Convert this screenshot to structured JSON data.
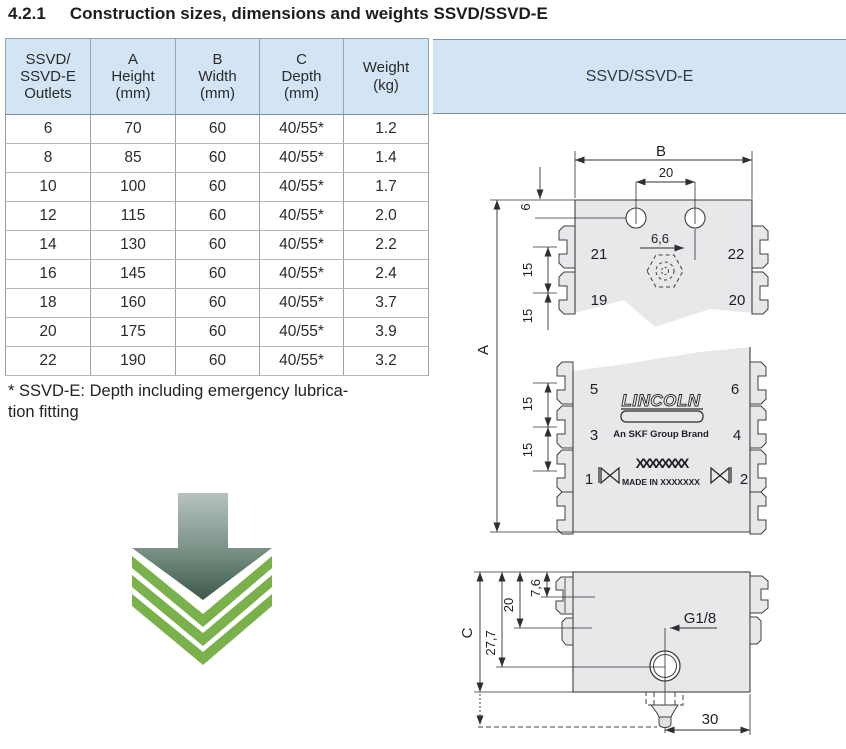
{
  "page": {
    "title_number": "4.2.1",
    "title_text": "Construction sizes, dimensions and weights SSVD/SSVD-E"
  },
  "table": {
    "headers": [
      "SSVD/\nSSVD-E\nOutlets",
      "A\nHeight\n(mm)",
      "B\nWidth\n(mm)",
      "C\nDepth\n(mm)",
      "Weight\n(kg)"
    ],
    "rows": [
      [
        "6",
        "70",
        "60",
        "40/55*",
        "1.2"
      ],
      [
        "8",
        "85",
        "60",
        "40/55*",
        "1.4"
      ],
      [
        "10",
        "100",
        "60",
        "40/55*",
        "1.7"
      ],
      [
        "12",
        "115",
        "60",
        "40/55*",
        "2.0"
      ],
      [
        "14",
        "130",
        "60",
        "40/55*",
        "2.2"
      ],
      [
        "16",
        "145",
        "60",
        "40/55*",
        "2.4"
      ],
      [
        "18",
        "160",
        "60",
        "40/55*",
        "3.7"
      ],
      [
        "20",
        "175",
        "60",
        "40/55*",
        "3.9"
      ],
      [
        "22",
        "190",
        "60",
        "40/55*",
        "3.2"
      ]
    ]
  },
  "footnote": "* SSVD-E: Depth including emergency lubrica-\ntion fitting",
  "diagram": {
    "panel_title": "SSVD/SSVD-E",
    "labels": {
      "dim_b": "B",
      "dim_hole_spacing": "20",
      "dim_edge": "6",
      "dim_hole": "6,6",
      "dim_pitch_1": "15",
      "dim_pitch_2": "15",
      "dim_pitch_3": "15",
      "dim_pitch_4": "15",
      "dim_a": "A",
      "out_21": "21",
      "out_22": "22",
      "out_19": "19",
      "out_20": "20",
      "out_5": "5",
      "out_6": "6",
      "out_3": "3",
      "out_4": "4",
      "out_1": "1",
      "out_2": "2",
      "brand": "LINCOLN",
      "brand_sub": "An  SKF Group Brand",
      "serial": "XXXXXXXX",
      "made_in": "MADE IN XXXXXXX",
      "dim_c": "C",
      "dim_inlet": "27,7",
      "dim_side_20": "20",
      "dim_side_76": "7,6",
      "port": "G1/8",
      "dim_30": "30"
    }
  },
  "colors": {
    "header_blue": "#d3e5f4",
    "chevron_green": "#7ab14d",
    "body_gray": "#e8e8eb"
  }
}
